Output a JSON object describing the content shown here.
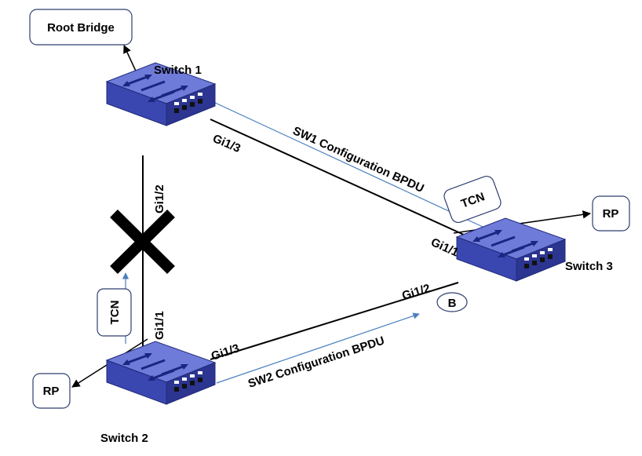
{
  "nodes": {
    "root_bridge": "Root Bridge",
    "switch1": "Switch 1",
    "switch2": "Switch 2",
    "switch3": "Switch 3",
    "rp_left": "RP",
    "rp_right": "RP"
  },
  "ports": {
    "sw1_gi13": "Gi1/3",
    "sw1_gi12": "Gi1/2",
    "sw2_gi11": "Gi1/1",
    "sw2_gi13": "Gi1/3",
    "sw3_gi11": "Gi1/1",
    "sw3_gi12": "Gi1/2"
  },
  "messages": {
    "sw1_bpdu": "SW1 Configuration BPDU",
    "sw2_bpdu": "SW2 Configuration BPDU",
    "tcn_top": "TCN",
    "tcn_left": "TCN"
  },
  "markers": {
    "blocked_port": "B"
  },
  "colors": {
    "switch_top": "#6f7bd8",
    "switch_front": "#3b47b0",
    "switch_side": "#2c3590",
    "arrow_blue": "#4a7fbf",
    "link": "#000000"
  }
}
